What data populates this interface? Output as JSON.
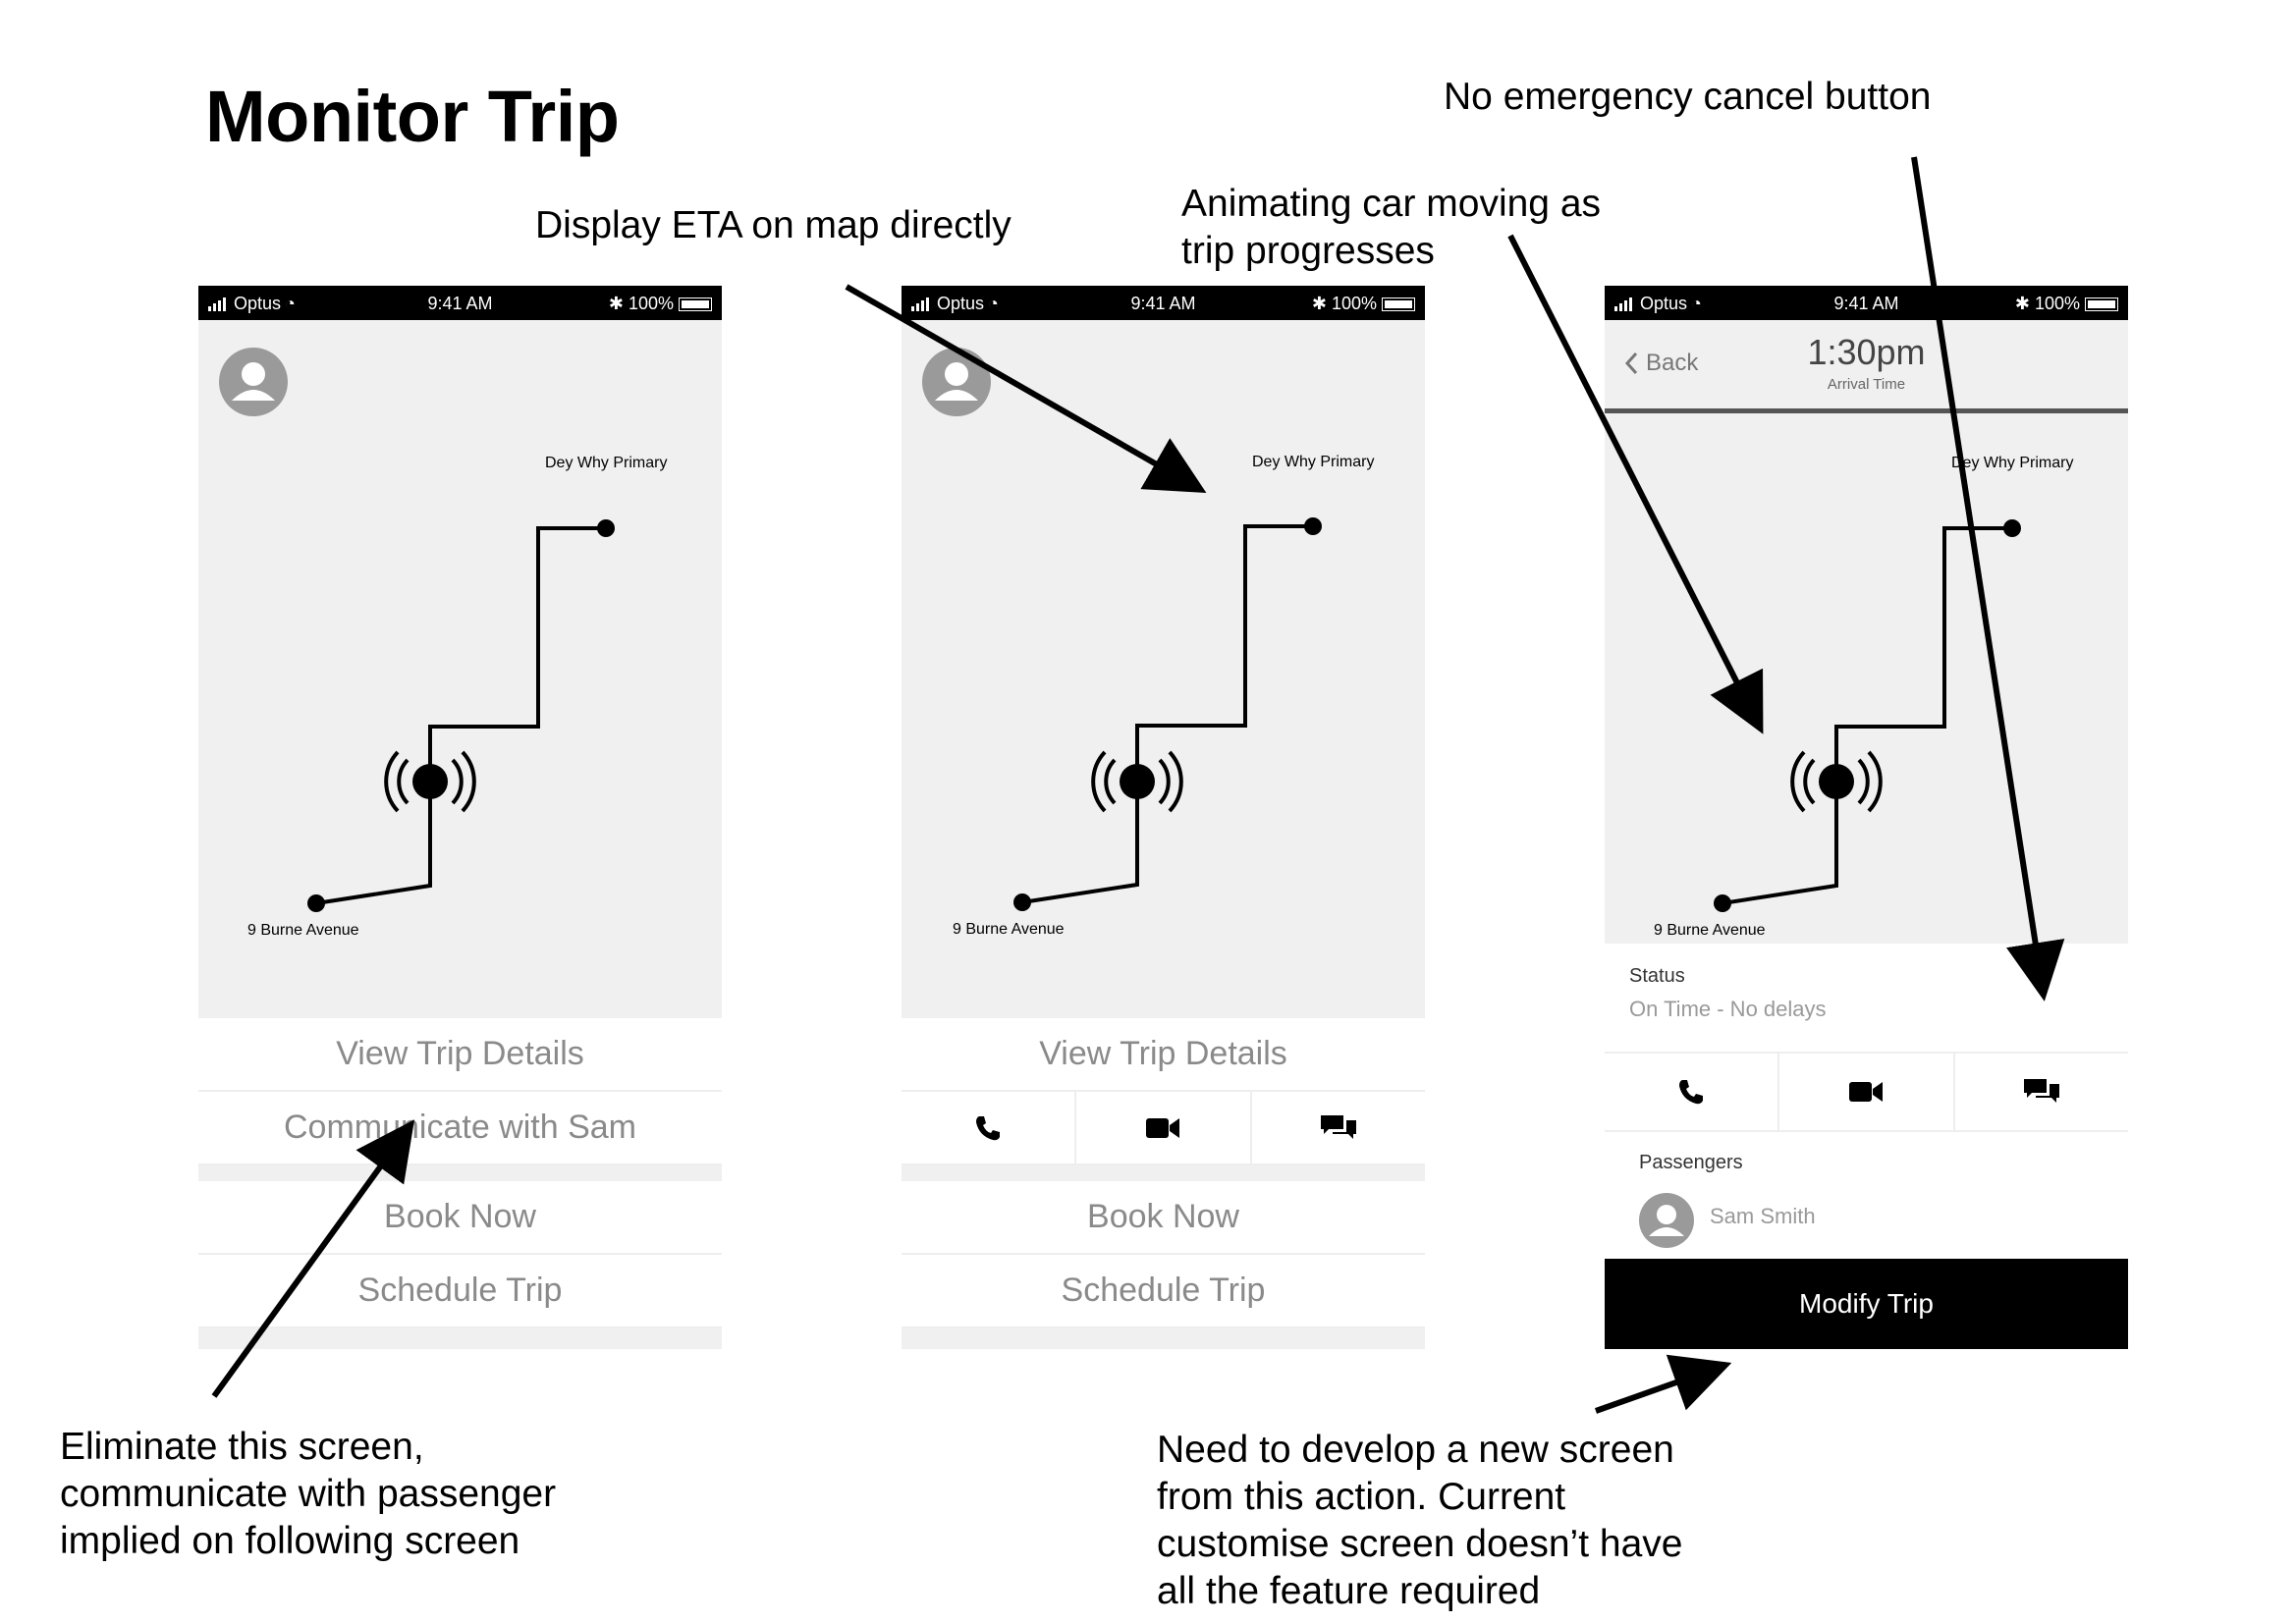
{
  "page_title": "Monitor Trip",
  "annotations": {
    "display_eta": "Display ETA on map directly",
    "animating_car": [
      "Animating car moving as",
      "trip progresses"
    ],
    "no_cancel": "No emergency cancel button",
    "eliminate": [
      "Eliminate this screen,",
      "communicate with passenger",
      "implied on following screen"
    ],
    "new_screen": [
      "Need to develop a new screen",
      "from this action. Current",
      "customise screen doesn’t have",
      "all the feature required"
    ]
  },
  "statusbar": {
    "carrier": "Optus",
    "time": "9:41 AM",
    "battery": "100%"
  },
  "map": {
    "destination": "Dey Why Primary",
    "origin": "9 Burne Avenue"
  },
  "screen1": {
    "menu": [
      "View Trip Details",
      "Communicate with Sam"
    ],
    "actions": [
      "Book Now",
      "Schedule Trip"
    ]
  },
  "screen2": {
    "menu": [
      "View Trip Details"
    ],
    "contact_icons": [
      "phone-icon",
      "video-icon",
      "chat-icon"
    ],
    "actions": [
      "Book Now",
      "Schedule Trip"
    ]
  },
  "screen3": {
    "back_label": "Back",
    "arrival_time": "1:30pm",
    "arrival_caption": "Arrival Time",
    "status_title": "Status",
    "status_value": "On Time - No delays",
    "passengers_title": "Passengers",
    "passenger_name": "Sam Smith",
    "modify_button": "Modify Trip"
  }
}
